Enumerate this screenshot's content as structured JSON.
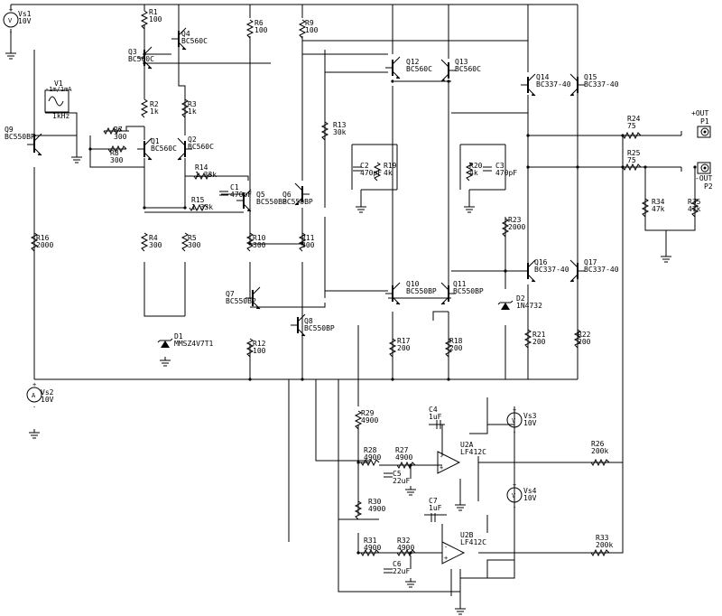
{
  "components": {
    "Vs1": {
      "ref": "Vs1",
      "value": "10V"
    },
    "Vs2": {
      "ref": "Vs2",
      "value": "10V"
    },
    "Vs3": {
      "ref": "Vs3",
      "value": "10V"
    },
    "Vs4": {
      "ref": "Vs4",
      "value": "10V"
    },
    "V1": {
      "ref": "V1",
      "value": "-1m/1mA",
      "freq": "1kHz"
    },
    "R1": {
      "ref": "R1",
      "value": "100"
    },
    "R2": {
      "ref": "R2",
      "value": "1k"
    },
    "R3": {
      "ref": "R3",
      "value": "1k"
    },
    "R4": {
      "ref": "R4",
      "value": "300"
    },
    "R5": {
      "ref": "R5",
      "value": "300"
    },
    "R6": {
      "ref": "R6",
      "value": "100"
    },
    "R7": {
      "ref": "R7",
      "value": "300"
    },
    "R8": {
      "ref": "R8",
      "value": "300"
    },
    "R9": {
      "ref": "R9",
      "value": "100"
    },
    "R10": {
      "ref": "R10",
      "value": "300"
    },
    "R11": {
      "ref": "R11",
      "value": "300"
    },
    "R12": {
      "ref": "R12",
      "value": "100"
    },
    "R13": {
      "ref": "R13",
      "value": "30k"
    },
    "R14": {
      "ref": "R14",
      "value": "1.33k"
    },
    "R15": {
      "ref": "R15",
      "value": "1.33k"
    },
    "R16": {
      "ref": "R16",
      "value": "2000"
    },
    "R17": {
      "ref": "R17",
      "value": "200"
    },
    "R18": {
      "ref": "R18",
      "value": "200"
    },
    "R19": {
      "ref": "R19",
      "value": "4k"
    },
    "R20": {
      "ref": "R20",
      "value": "4k"
    },
    "R21": {
      "ref": "R21",
      "value": "200"
    },
    "R22": {
      "ref": "R22",
      "value": "200"
    },
    "R23": {
      "ref": "R23",
      "value": "2000"
    },
    "R24": {
      "ref": "R24",
      "value": "75"
    },
    "R25": {
      "ref": "R25",
      "value": "75"
    },
    "R26": {
      "ref": "R26",
      "value": "200k"
    },
    "R27": {
      "ref": "R27",
      "value": "4900"
    },
    "R28": {
      "ref": "R28",
      "value": "4900"
    },
    "R29": {
      "ref": "R29",
      "value": "4900"
    },
    "R30": {
      "ref": "R30",
      "value": "4900"
    },
    "R31": {
      "ref": "R31",
      "value": "4900"
    },
    "R32": {
      "ref": "R32",
      "value": "4900"
    },
    "R33": {
      "ref": "R33",
      "value": "200k"
    },
    "R34": {
      "ref": "R34",
      "value": "47k"
    },
    "R35": {
      "ref": "R35",
      "value": "47k"
    },
    "C1": {
      "ref": "C1",
      "value": "470pF"
    },
    "C2": {
      "ref": "C2",
      "value": "470pF"
    },
    "C3": {
      "ref": "C3",
      "value": "470pF"
    },
    "C4": {
      "ref": "C4",
      "value": "1uF"
    },
    "C5": {
      "ref": "C5",
      "value": "22uF"
    },
    "C6": {
      "ref": "C6",
      "value": "22uF"
    },
    "C7": {
      "ref": "C7",
      "value": "1uF"
    },
    "D1": {
      "ref": "D1",
      "value": "MMSZ4V7T1"
    },
    "D2": {
      "ref": "D2",
      "value": "1N4732"
    },
    "Q1": {
      "ref": "Q1",
      "value": "BC560C"
    },
    "Q2": {
      "ref": "Q2",
      "value": "BC560C"
    },
    "Q3": {
      "ref": "Q3",
      "value": "BC560C"
    },
    "Q4": {
      "ref": "Q4",
      "value": "BC560C"
    },
    "Q5": {
      "ref": "Q5",
      "value": "BC550BP"
    },
    "Q6": {
      "ref": "Q6",
      "value": "BC550BP"
    },
    "Q7": {
      "ref": "Q7",
      "value": "BC550BP"
    },
    "Q8": {
      "ref": "Q8",
      "value": "BC550BP"
    },
    "Q9": {
      "ref": "Q9",
      "value": "BC550BP"
    },
    "Q10": {
      "ref": "Q10",
      "value": "BC550BP"
    },
    "Q11": {
      "ref": "Q11",
      "value": "BC550BP"
    },
    "Q12": {
      "ref": "Q12",
      "value": "BC560C"
    },
    "Q13": {
      "ref": "Q13",
      "value": "BC560C"
    },
    "Q14": {
      "ref": "Q14",
      "value": "BC337-40"
    },
    "Q15": {
      "ref": "Q15",
      "value": "BC337-40"
    },
    "Q16": {
      "ref": "Q16",
      "value": "BC337-40"
    },
    "Q17": {
      "ref": "Q17",
      "value": "BC337-40"
    },
    "U2A": {
      "ref": "U2A",
      "value": "LF412C"
    },
    "U2B": {
      "ref": "U2B",
      "value": "LF412C"
    },
    "P1": {
      "ref": "P1",
      "value": "+OUT"
    },
    "P2": {
      "ref": "P2",
      "value": "-OUT"
    }
  }
}
